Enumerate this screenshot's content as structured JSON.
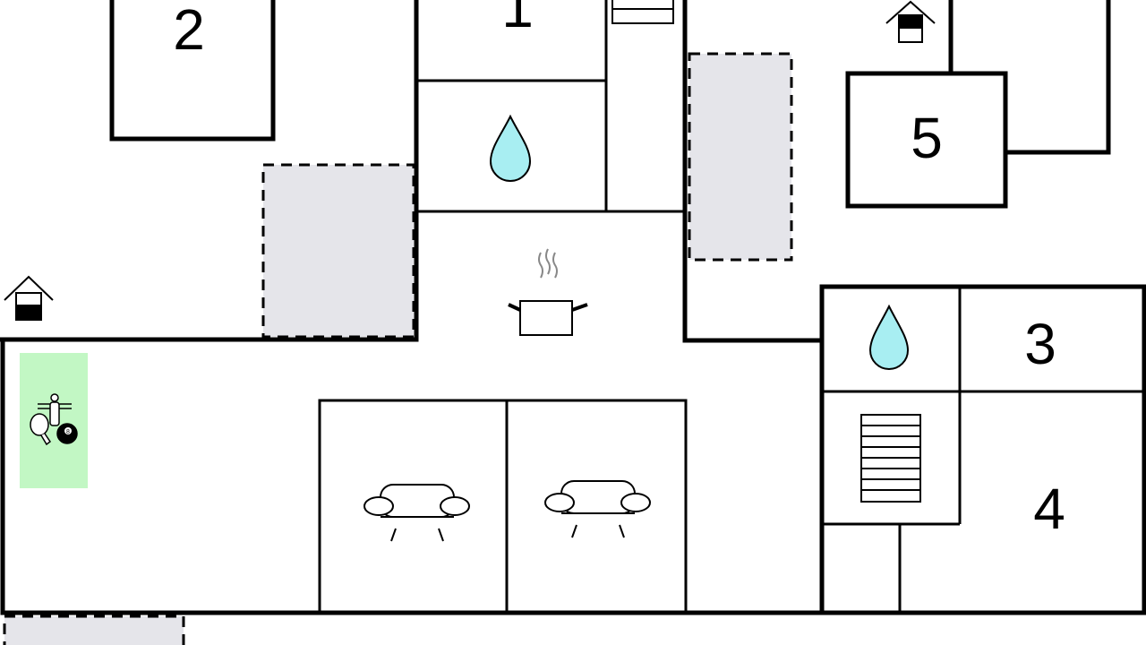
{
  "floorplan": {
    "rooms": [
      {
        "id": "room-1",
        "label": "1"
      },
      {
        "id": "room-2",
        "label": "2"
      },
      {
        "id": "room-3",
        "label": "3"
      },
      {
        "id": "room-4",
        "label": "4"
      },
      {
        "id": "room-5",
        "label": "5"
      }
    ],
    "icons": {
      "billiard_ball_number": "8"
    },
    "colors": {
      "wall": "#000000",
      "terrace": "#e5e5ea",
      "water": "#a8eef2",
      "games": "#c2f7c4"
    }
  }
}
